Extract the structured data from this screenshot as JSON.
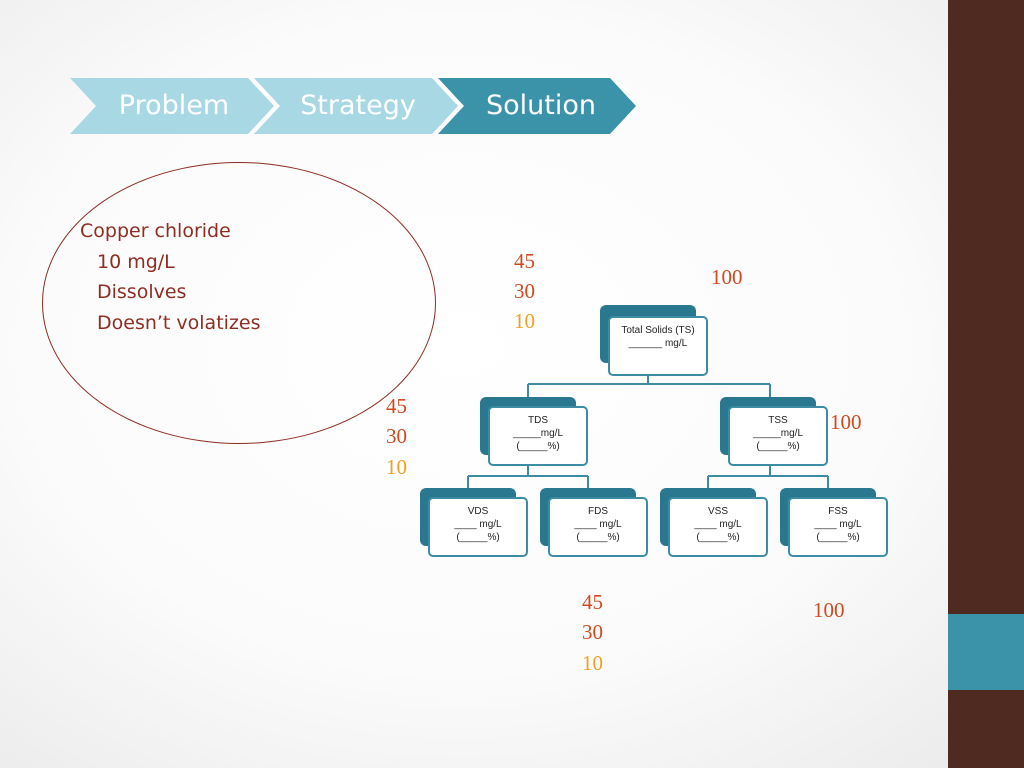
{
  "colors": {
    "sidebar": "#4e2a20",
    "sidebar_accent": "#3a93a8",
    "chevron_light": "#a8d8e4",
    "chevron_active": "#3a93a8",
    "note_text": "#8e2d22",
    "number_red": "#d04a1e",
    "number_orange": "#f0a020"
  },
  "steps": [
    {
      "label": "Problem",
      "active": false
    },
    {
      "label": "Strategy",
      "active": false
    },
    {
      "label": "Solution",
      "active": true
    }
  ],
  "notes": {
    "title": "Copper chloride",
    "items": [
      "10 mg/L",
      "Dissolves",
      "Doesn’t volatizes"
    ]
  },
  "tree": {
    "root": {
      "name": "Total Solids (TS)",
      "line1": "______ mg/L"
    },
    "tds": {
      "name": "TDS",
      "line1": "_____mg/L",
      "line2": "(_____%)"
    },
    "tss": {
      "name": "TSS",
      "line1": "_____mg/L",
      "line2": "(_____%)"
    },
    "vds": {
      "name": "VDS",
      "line1": "____ mg/L",
      "line2": "(_____%)"
    },
    "fds": {
      "name": "FDS",
      "line1": "____ mg/L",
      "line2": "(_____%)"
    },
    "vss": {
      "name": "VSS",
      "line1": "____ mg/L",
      "line2": "(_____%)"
    },
    "fss": {
      "name": "FSS",
      "line1": "____ mg/L",
      "line2": "(_____%)"
    }
  },
  "values": {
    "ts_group": [
      "45",
      "30",
      "10"
    ],
    "ts_right": "100",
    "tds_group": [
      "45",
      "30",
      "10"
    ],
    "tss_right": "100",
    "bottom_group": [
      "45",
      "30",
      "10"
    ],
    "bottom_right": "100"
  }
}
